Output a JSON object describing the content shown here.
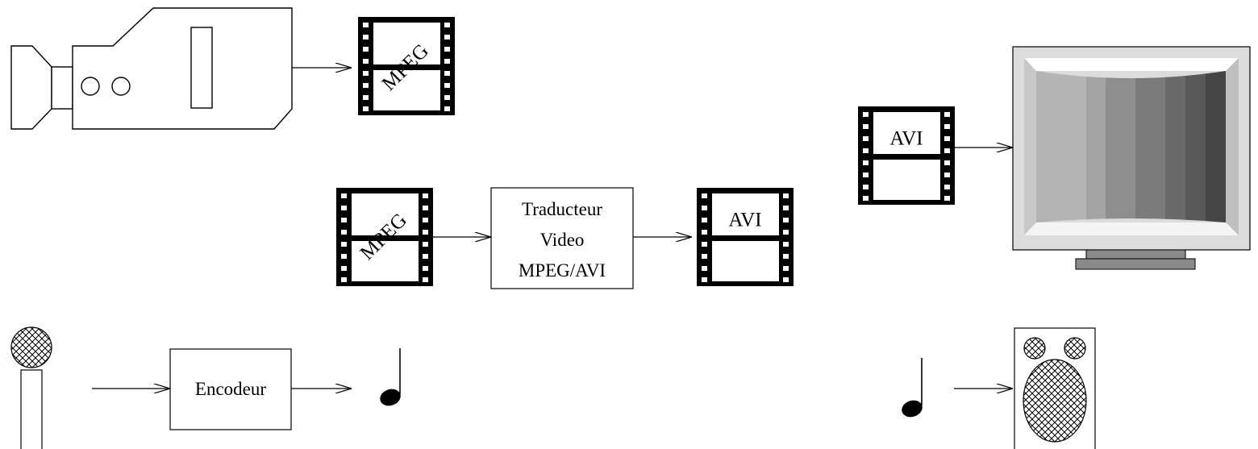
{
  "film_labels": {
    "camera_output": "MPEG",
    "translator_input": "MPEG",
    "translator_output": "AVI",
    "monitor_input": "AVI"
  },
  "boxes": {
    "translator": {
      "line1": "Traducteur",
      "line2": "Video",
      "line3": "MPEG/AVI"
    },
    "encoder": {
      "label": "Encodeur"
    }
  },
  "icons": [
    "video-camera-icon",
    "film-strip-icon",
    "monitor-icon",
    "microphone-icon",
    "music-note-icon",
    "speaker-icon"
  ],
  "colors": {
    "ink": "#000000",
    "film": "#000000",
    "screen_light": "#dcdcdc"
  }
}
